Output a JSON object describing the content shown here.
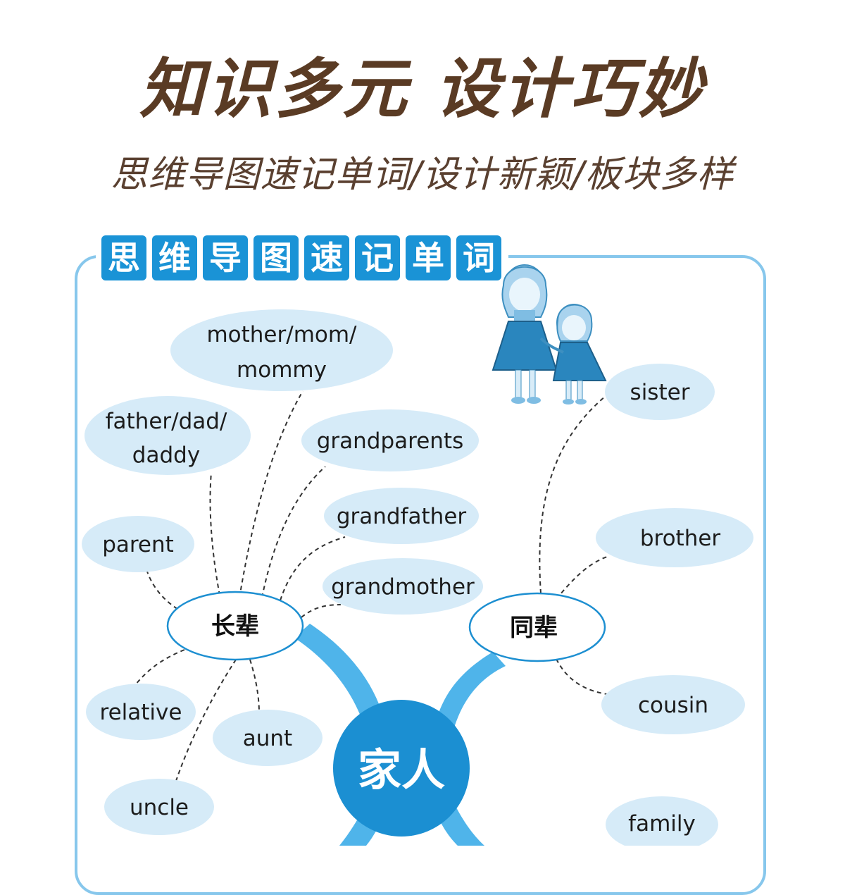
{
  "header": {
    "title": "知识多元 设计巧妙",
    "subtitle": "思维导图速记单词/设计新颖/板块多样"
  },
  "section": {
    "tag_chars": [
      "思",
      "维",
      "导",
      "图",
      "速",
      "记",
      "单",
      "词"
    ]
  },
  "mindmap": {
    "center": "家人",
    "branches": {
      "elders": "长辈",
      "peers": "同辈"
    },
    "words": {
      "mother_line1": "mother/mom/",
      "mother_line2": "mommy",
      "father_line1": "father/dad/",
      "father_line2": "daddy",
      "grandparents": "grandparents",
      "grandfather": "grandfather",
      "grandmother": "grandmother",
      "parent": "parent",
      "relative": "relative",
      "aunt": "aunt",
      "uncle": "uncle",
      "sister": "sister",
      "brother": "brother",
      "cousin": "cousin",
      "family": "family"
    }
  },
  "colors": {
    "title_brown": "#5a3b24",
    "tag_blue": "#1a93d6",
    "frame_blue": "#87c7ec",
    "bubble_blue": "#d6ebf8",
    "center_blue": "#1b8fd2"
  },
  "illustration": "two-sisters-illustration"
}
